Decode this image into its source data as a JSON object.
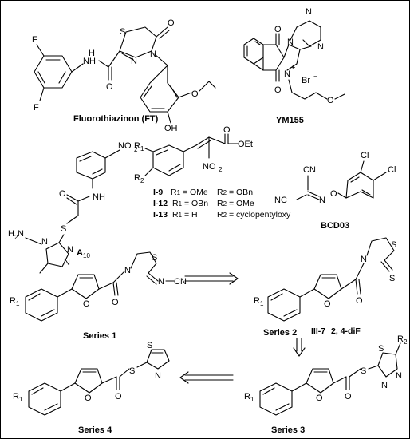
{
  "compounds": {
    "ft": {
      "name": "Fluorothiazinon (FT)"
    },
    "ym155": {
      "name": "YM155"
    },
    "a10": {
      "name": "A",
      "sub": "10"
    },
    "bcd03": {
      "name": "BCD03"
    },
    "i_series": [
      {
        "id": "I-9",
        "r1": "= OMe",
        "r2": "= OBn"
      },
      {
        "id": "I-12",
        "r1": "= OBn",
        "r2": "= OMe"
      },
      {
        "id": "I-13",
        "r1": "= H",
        "r2": "= cyclopentyloxy"
      }
    ],
    "series": [
      {
        "name": "Series 1"
      },
      {
        "name": "Series 2"
      },
      {
        "name": "Series 3"
      },
      {
        "name": "Series 4"
      }
    ]
  },
  "atoms": {
    "F": "F",
    "N": "N",
    "H": "H",
    "O": "O",
    "S": "S",
    "Cl": "Cl",
    "NH": "NH",
    "OH": "OH",
    "NO2": "NO",
    "two": "2",
    "OEt": "OEt",
    "Br": "Br",
    "plus": "+",
    "minus": "−",
    "H2N": "H",
    "R": "R",
    "one": "1",
    "CN": "CN",
    "NC": "NC"
  },
  "arrow_label": {
    "prefix": "III-7",
    "suffix": "2, 4-diF"
  }
}
